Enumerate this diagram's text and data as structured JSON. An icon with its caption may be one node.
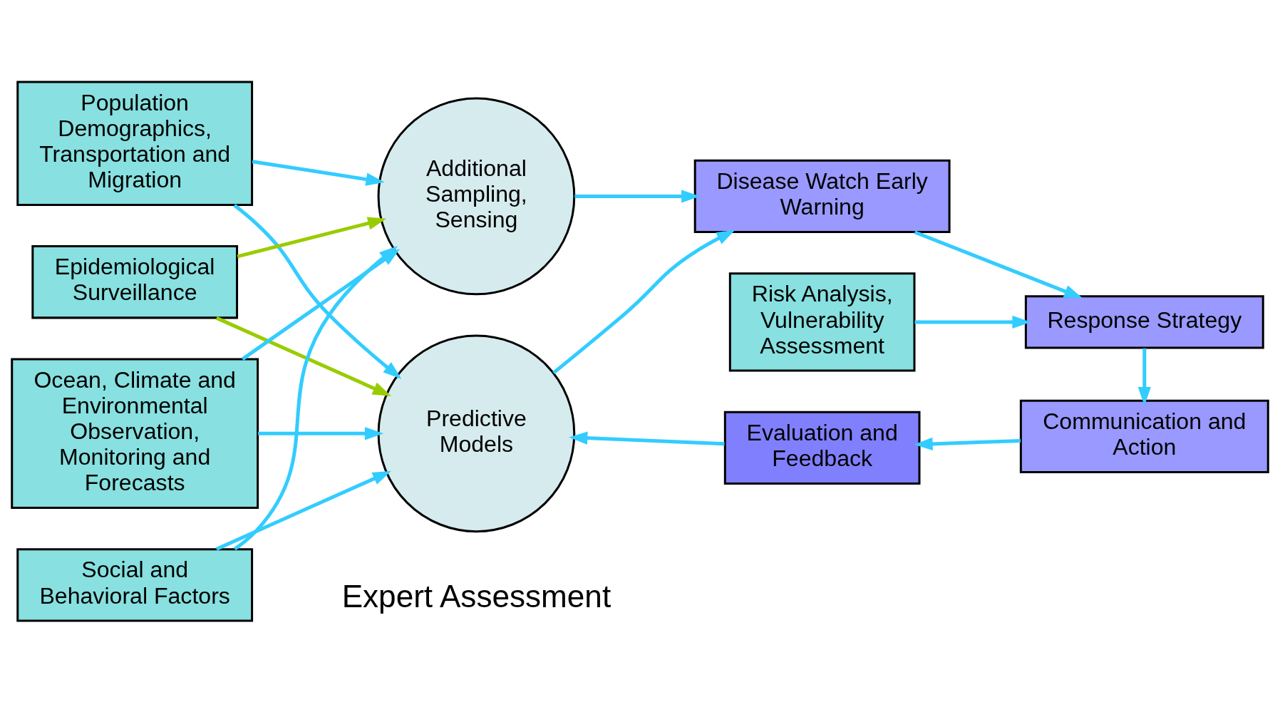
{
  "diagram": {
    "nodes": [
      {
        "text": [
          "Population Demographics, Transportation and Migration"
        ]
      },
      {
        "text": [
          "Epidemiological Surveillance"
        ]
      },
      {
        "text": [
          "Ocean, Climate and Environmental Observation, Monitoring and Forecasts"
        ]
      },
      {
        "text": [
          "Social and Behavioral Factors"
        ]
      },
      {
        "text": [
          "Additional Sampling, Sensing"
        ]
      },
      {
        "text": [
          "Predictive Models"
        ]
      },
      {
        "text": [
          "Risk Analysis, Vulnerability Assessment"
        ]
      },
      {
        "text": [
          "Disease Watch Early Warning"
        ]
      },
      {
        "text": [
          "Response Strategy"
        ]
      },
      {
        "text": [
          "Communication and Action"
        ]
      },
      {
        "text": [
          "Evaluation and Feedback"
        ]
      }
    ],
    "edges": [
      {
        "from": 0,
        "to": 4,
        "arrow": "to"
      },
      {
        "from": 0,
        "to": 5,
        "arrow": "to"
      },
      {
        "from": 1,
        "to": 4,
        "arrow": "to",
        "color": "#99cc00"
      },
      {
        "from": 1,
        "to": 5,
        "arrow": "to",
        "color": "#99cc00"
      },
      {
        "from": 2,
        "to": 4,
        "arrow": "to"
      },
      {
        "from": 2,
        "to": 5,
        "arrow": "to"
      },
      {
        "from": 3,
        "to": 4,
        "arrow": "to"
      },
      {
        "from": 3,
        "to": 5,
        "arrow": "to"
      },
      {
        "from": 4,
        "to": 7,
        "arrow": "to"
      },
      {
        "from": 5,
        "to": 7,
        "arrow": "to"
      },
      {
        "from": 7,
        "to": 8,
        "arrow": "to"
      },
      {
        "from": 6,
        "to": 8,
        "arrow": "to"
      },
      {
        "from": 8,
        "to": 9,
        "arrow": "to"
      },
      {
        "from": 9,
        "to": 10,
        "arrow": "to"
      },
      {
        "from": 10,
        "to": 5,
        "arrow": "to"
      }
    ],
    "labels": [
      "Expert Assessment"
    ]
  }
}
